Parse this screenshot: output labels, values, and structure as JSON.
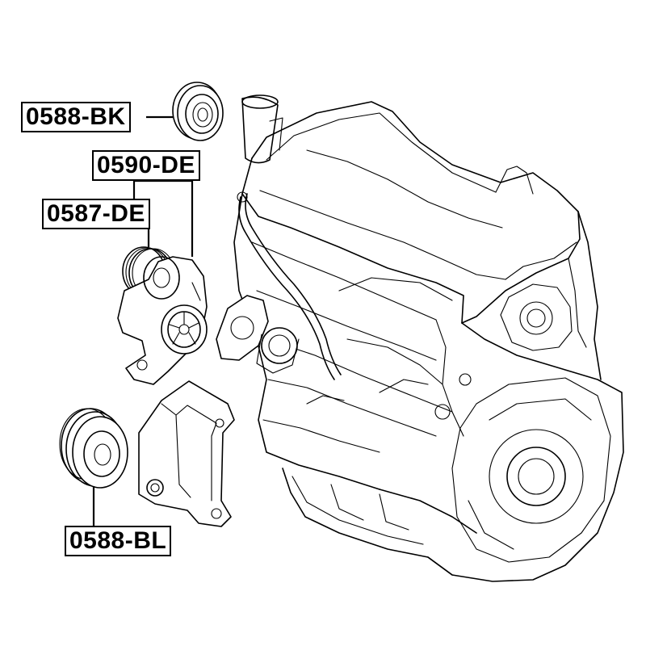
{
  "diagram": {
    "part_labels": {
      "idler_top": "0588-BK",
      "tensioner_assembly": "0590-DE",
      "tensioner_pulley": "0587-DE",
      "idler_bottom": "0588-BL"
    }
  }
}
